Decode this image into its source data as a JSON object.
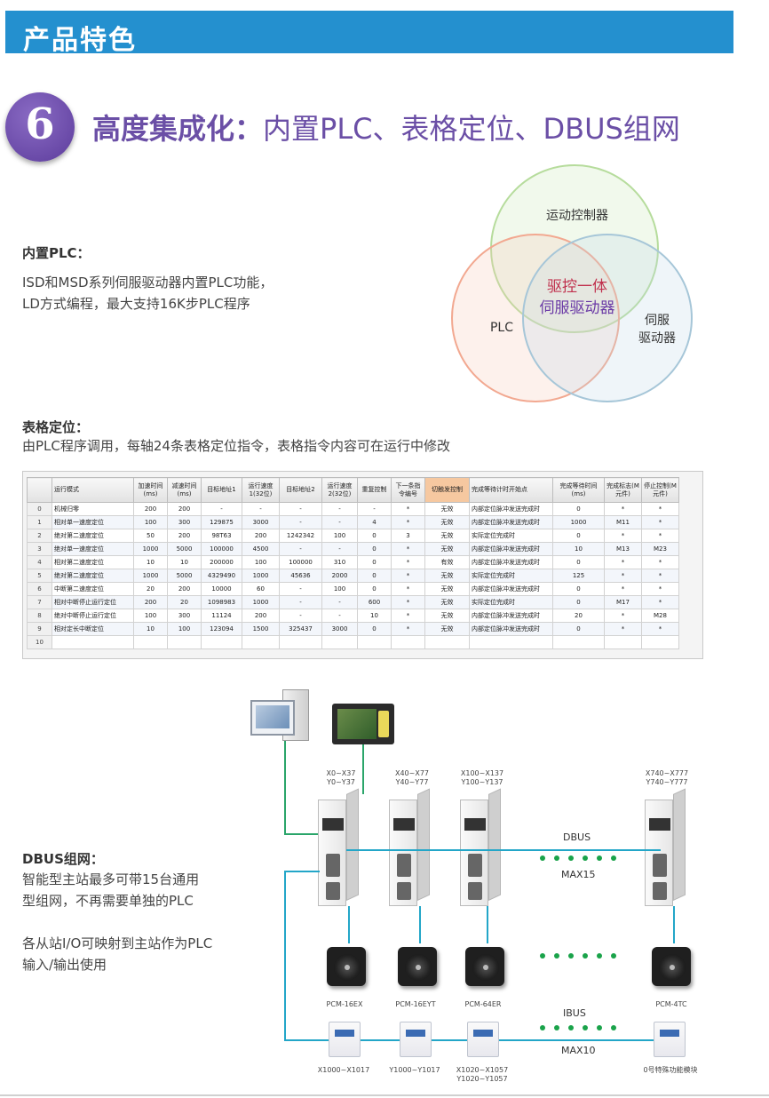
{
  "header": {
    "title": "产品特色"
  },
  "section": {
    "number": "6",
    "title_bold": "高度集成化：",
    "title_rest": "内置PLC、表格定位、DBUS组网"
  },
  "plc": {
    "label": "内置PLC：",
    "line1": "ISD和MSD系列伺服驱动器内置PLC功能，",
    "line2": "LD方式编程，最大支持16K步PLC程序"
  },
  "venn": {
    "top": "运动控制器",
    "left": "PLC",
    "right_line1": "伺服",
    "right_line2": "驱动器",
    "center_line1": "驱控一体",
    "center_line2": "伺服驱动器",
    "colors": {
      "top": "#b6dc9c",
      "left": "#f2a890",
      "right": "#a6c6d8"
    }
  },
  "table_positioning": {
    "label": "表格定位：",
    "desc": "由PLC程序调用，每轴24条表格定位指令，表格指令内容可在运行中修改"
  },
  "plc_table": {
    "headers": [
      "运行模式",
      "加速时间(ms)",
      "减速时间(ms)",
      "目标地址1",
      "运行速度1(32位)",
      "目标地址2",
      "运行速度2(32位)",
      "重复控制",
      "下一条指令编号",
      "切触发控制",
      "完成等待计时开始点",
      "完成等待时间(ms)",
      "完成标志(M元件)",
      "停止控制(M元件)"
    ],
    "rows": [
      [
        "0",
        "机械归零",
        "200",
        "200",
        "-",
        "-",
        "-",
        "-",
        "-",
        "*",
        "无效",
        "内部定位脉冲发送完成时",
        "0",
        "*",
        "*"
      ],
      [
        "1",
        "相对单一速度定位",
        "100",
        "300",
        "129875",
        "3000",
        "-",
        "-",
        "4",
        "*",
        "无效",
        "内部定位脉冲发送完成时",
        "1000",
        "M11",
        "*"
      ],
      [
        "2",
        "绝对第二速度定位",
        "50",
        "200",
        "98T63",
        "200",
        "1242342",
        "100",
        "0",
        "3",
        "无效",
        "实际定位完成时",
        "0",
        "*",
        "*"
      ],
      [
        "3",
        "绝对单一速度定位",
        "1000",
        "5000",
        "100000",
        "4500",
        "-",
        "-",
        "0",
        "*",
        "无效",
        "内部定位脉冲发送完成时",
        "10",
        "M13",
        "M23"
      ],
      [
        "4",
        "相对第二速度定位",
        "10",
        "10",
        "200000",
        "100",
        "100000",
        "310",
        "0",
        "*",
        "有效",
        "内部定位脉冲发送完成时",
        "0",
        "*",
        "*"
      ],
      [
        "5",
        "绝对第二速度定位",
        "1000",
        "5000",
        "4329490",
        "1000",
        "45636",
        "2000",
        "0",
        "*",
        "无效",
        "实际定位完成时",
        "125",
        "*",
        "*"
      ],
      [
        "6",
        "中断第二速度定位",
        "20",
        "200",
        "10000",
        "60",
        "-",
        "100",
        "0",
        "*",
        "无效",
        "内部定位脉冲发送完成时",
        "0",
        "*",
        "*"
      ],
      [
        "7",
        "相对中断停止运行定位",
        "200",
        "20",
        "1098983",
        "1000",
        "-",
        "-",
        "600",
        "*",
        "无效",
        "实际定位完成时",
        "0",
        "M17",
        "*"
      ],
      [
        "8",
        "绝对中断停止运行定位",
        "100",
        "300",
        "11124",
        "200",
        "-",
        "-",
        "10",
        "*",
        "无效",
        "内部定位脉冲发送完成时",
        "20",
        "*",
        "M28"
      ],
      [
        "9",
        "相对定长中断定位",
        "10",
        "100",
        "123094",
        "1500",
        "325437",
        "3000",
        "0",
        "*",
        "无效",
        "内部定位脉冲发送完成时",
        "0",
        "*",
        "*"
      ],
      [
        "10",
        "",
        "",
        "",
        "",
        "",
        "",
        "",
        "",
        "",
        "",
        "",
        "",
        "",
        ""
      ]
    ]
  },
  "dbus": {
    "label": "DBUS组网：",
    "line1": "智能型主站最多可带15台通用",
    "line2": "型组网，不再需要单独的PLC",
    "line3": "各从站I/O可映射到主站作为PLC",
    "line4": "输入/输出使用"
  },
  "diagram": {
    "drive_io": [
      {
        "x": "X0~X37",
        "y": "Y0~Y37"
      },
      {
        "x": "X40~X77",
        "y": "Y40~Y77"
      },
      {
        "x": "X100~X137",
        "y": "Y100~Y137"
      },
      {
        "x": "X740~X777",
        "y": "Y740~Y777"
      }
    ],
    "dbus_label": "DBUS",
    "dbus_max": "MAX15",
    "ibus_label": "IBUS",
    "ibus_max": "MAX10",
    "motors": [
      "PCM-16EX",
      "PCM-16EYT",
      "PCM-64ER",
      "PCM-4TC"
    ],
    "modules": [
      {
        "l1": "X1000~X1017",
        "l2": ""
      },
      {
        "l1": "Y1000~Y1017",
        "l2": ""
      },
      {
        "l1": "X1020~X1057",
        "l2": "Y1020~Y1057"
      },
      {
        "l1": "0号特殊功能模块",
        "l2": ""
      }
    ]
  }
}
